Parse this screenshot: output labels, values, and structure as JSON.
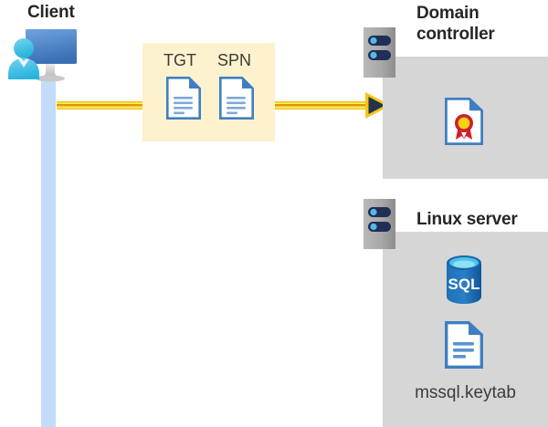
{
  "diagram": {
    "type": "kerberos-authentication-flow",
    "nodes": {
      "client": {
        "label": "Client",
        "icon": "client-computer-user-icon"
      },
      "domain_controller": {
        "label": "Domain\ncontroller",
        "server_icon": "server-rack-icon",
        "contents": [
          {
            "icon": "certificate-document-icon",
            "label": ""
          }
        ]
      },
      "linux_server": {
        "label": "Linux server",
        "server_icon": "server-rack-icon",
        "contents": [
          {
            "icon": "sql-database-icon",
            "label": "SQL"
          },
          {
            "icon": "keytab-document-icon",
            "label": "mssql.keytab"
          }
        ]
      }
    },
    "message_box": {
      "items": [
        {
          "label": "TGT",
          "icon": "document-icon"
        },
        {
          "label": "SPN",
          "icon": "document-icon"
        }
      ]
    },
    "flow": {
      "direction": "client-to-domain-controller",
      "arrowhead": "right-arrow-icon"
    },
    "colors": {
      "message_box_fill": "#fdf2cd",
      "panel_fill": "#d6d6d6",
      "flow_line": "#f5c518",
      "flow_line_core": "#d99b00",
      "arrowhead": "#243447",
      "client_lane": "#c2dcfa",
      "document_blue": "#3f7fc1",
      "sql_blue": "#1f6fb5",
      "seal_red": "#cf2027",
      "seal_yellow": "#fcd116",
      "title_text": "#262626",
      "label_text": "#3b3b3b"
    },
    "sql_text": "SQL"
  }
}
